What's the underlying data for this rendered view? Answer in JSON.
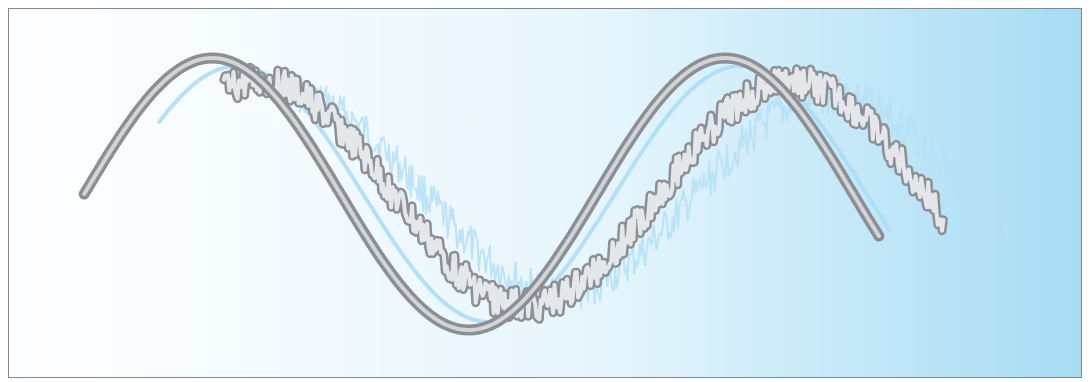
{
  "illustration": {
    "description_free": true,
    "background": {
      "left_color": "#ffffff",
      "mid_color": "#e6f5fc",
      "right_color": "#a6dcf3"
    },
    "border_color": "#7d8a93",
    "waves": [
      {
        "id": "smooth-tube",
        "kind": "smooth",
        "color": "#8a8f93",
        "highlight": "#d9dcdf",
        "start": 0.07,
        "end": 0.81,
        "cycles": 1.55,
        "phase": 0.0,
        "amplitude": 0.85,
        "noise": 0
      },
      {
        "id": "smooth-light",
        "kind": "smooth",
        "color": "#a9dcf4",
        "start": 0.14,
        "end": 0.82,
        "cycles": 1.45,
        "phase": 0.6,
        "amplitude": 0.8,
        "noise": 0
      },
      {
        "id": "noisy-tube",
        "kind": "noisy",
        "color": "#8b9096",
        "highlight": "#eef0f2",
        "start": 0.2,
        "end": 0.87,
        "cycles": 1.35,
        "phase": 1.15,
        "amplitude": 0.7,
        "noise": 0.1
      },
      {
        "id": "noisy-light",
        "kind": "noisy",
        "color": "#b5e0f4",
        "start": 0.27,
        "end": 0.93,
        "cycles": 1.3,
        "phase": 1.7,
        "amplitude": 0.62,
        "noise": 0.12
      }
    ]
  }
}
